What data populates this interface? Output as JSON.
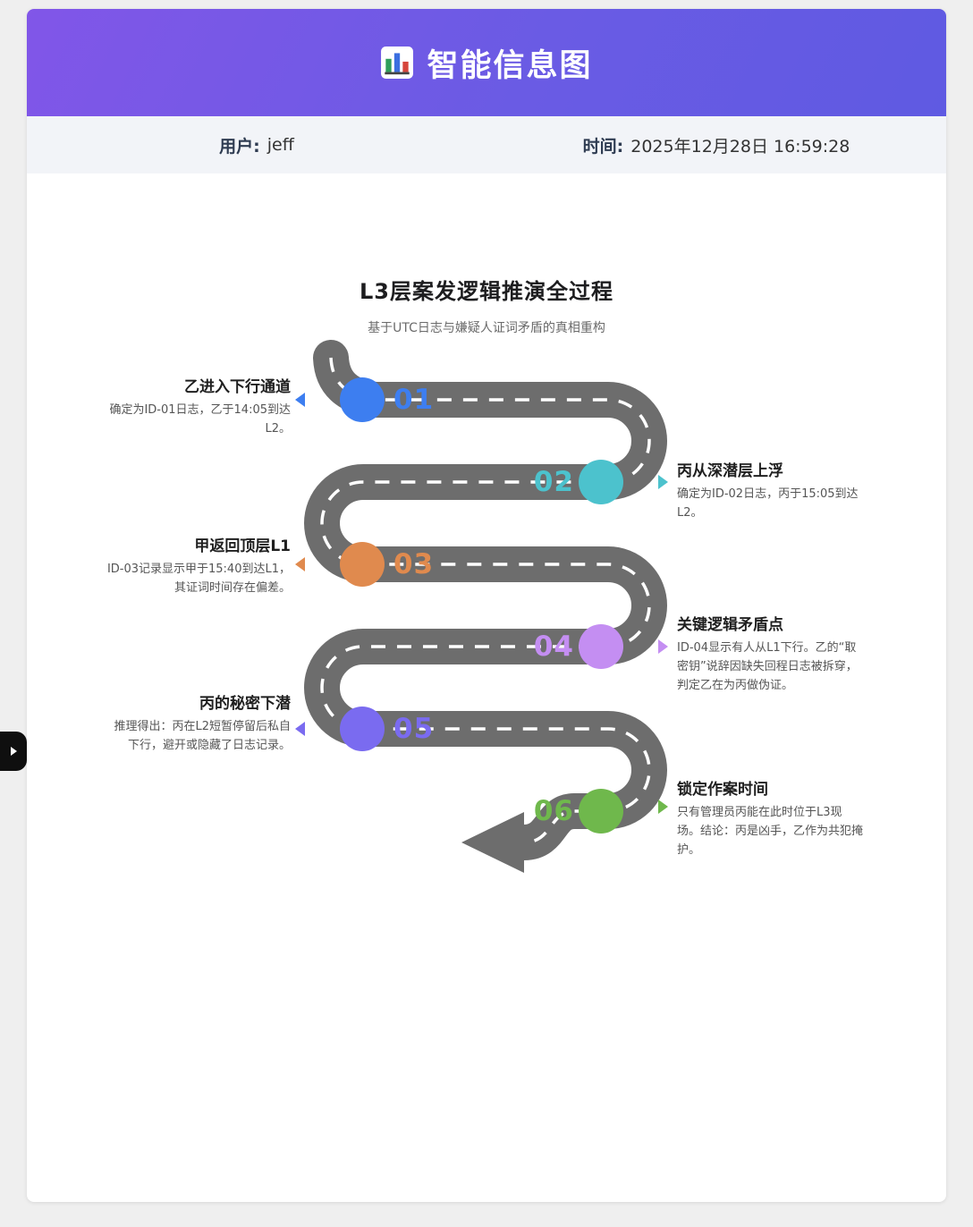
{
  "header": {
    "title": "智能信息图",
    "icon": "bar-chart-icon",
    "gradient_start": "#8156e8",
    "gradient_end": "#5f5ae2"
  },
  "meta": {
    "user_label": "用户:",
    "user_value": "jeff",
    "time_label": "时间:",
    "time_value": "2025年12月28日 16:59:28"
  },
  "infographic": {
    "title": "L3层案发逻辑推演全过程",
    "subtitle": "基于UTC日志与嫌疑人证词矛盾的真相重构",
    "road_color": "#6d6d6d",
    "steps": [
      {
        "number": "01",
        "side": "left",
        "color": "#3d7ef0",
        "title": "乙进入下行通道",
        "desc": "确定为ID-01日志，乙于14:05到达L2。"
      },
      {
        "number": "02",
        "side": "right",
        "color": "#4cc2cd",
        "title": "丙从深潜层上浮",
        "desc": "确定为ID-02日志，丙于15:05到达L2。"
      },
      {
        "number": "03",
        "side": "left",
        "color": "#e08a4e",
        "title": "甲返回顶层L1",
        "desc": "ID-03记录显示甲于15:40到达L1，其证词时间存在偏差。"
      },
      {
        "number": "04",
        "side": "right",
        "color": "#c48ef2",
        "title": "关键逻辑矛盾点",
        "desc": "ID-04显示有人从L1下行。乙的“取密钥”说辞因缺失回程日志被拆穿，判定乙在为丙做伪证。"
      },
      {
        "number": "05",
        "side": "left",
        "color": "#7a6bf0",
        "title": "丙的秘密下潜",
        "desc": "推理得出：丙在L2短暂停留后私自下行，避开或隐藏了日志记录。"
      },
      {
        "number": "06",
        "side": "right",
        "color": "#6fb84c",
        "title": "锁定作案时间",
        "desc": "只有管理员丙能在此时位于L3现场。结论：丙是凶手，乙作为共犯掩护。"
      }
    ]
  }
}
